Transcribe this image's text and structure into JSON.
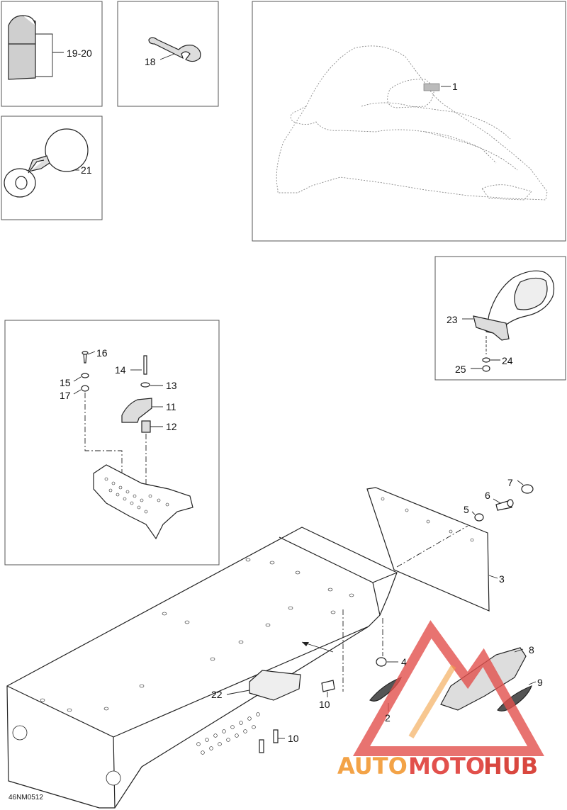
{
  "diagram": {
    "code": "46NM0512",
    "watermark": {
      "part1": "AUTO",
      "part2": "MOTO",
      "part3": "HUB"
    },
    "colors": {
      "watermark_orange": "#f3a347",
      "watermark_red": "#e2504c"
    },
    "callouts": {
      "c1": "1",
      "c2": "2",
      "c3": "3",
      "c4": "4",
      "c5": "5",
      "c6": "6",
      "c7": "7",
      "c8": "8",
      "c9": "9",
      "c10a": "10",
      "c10b": "10",
      "c11": "11",
      "c12": "12",
      "c13": "13",
      "c14": "14",
      "c15": "15",
      "c16": "16",
      "c17": "17",
      "c18": "18",
      "c19_20": "19-20",
      "c21": "21",
      "c22": "22",
      "c23": "23",
      "c24": "24",
      "c25": "25"
    }
  }
}
